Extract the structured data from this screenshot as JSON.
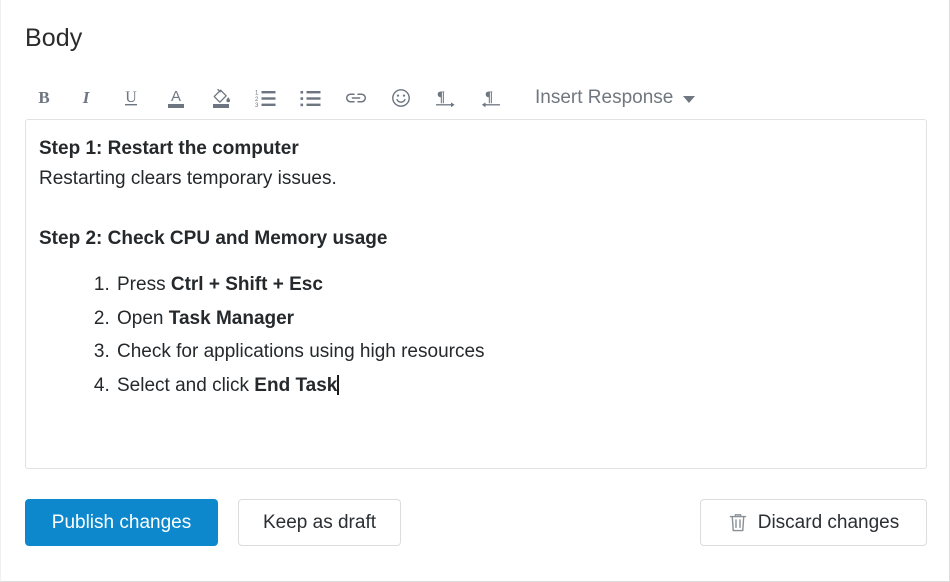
{
  "section": {
    "title": "Body"
  },
  "toolbar": {
    "buttons": [
      {
        "name": "bold-icon",
        "label": "B",
        "title": "Bold"
      },
      {
        "name": "italic-icon",
        "label": "I",
        "title": "Italic"
      },
      {
        "name": "underline-icon",
        "label": "U",
        "title": "Underline"
      },
      {
        "name": "text-color-icon",
        "label": "A",
        "title": "Text color"
      },
      {
        "name": "fill-color-icon",
        "label": "",
        "title": "Fill color"
      },
      {
        "name": "numbered-list-icon",
        "label": "",
        "title": "Numbered list"
      },
      {
        "name": "bulleted-list-icon",
        "label": "",
        "title": "Bulleted list"
      },
      {
        "name": "link-icon",
        "label": "",
        "title": "Insert link"
      },
      {
        "name": "emoji-icon",
        "label": "",
        "title": "Insert emoji"
      },
      {
        "name": "text-direction-ltr-icon",
        "label": "",
        "title": "Left to right"
      },
      {
        "name": "text-direction-rtl-icon",
        "label": "",
        "title": "Right to left"
      }
    ],
    "insert_response_label": "Insert Response"
  },
  "editor": {
    "blocks": [
      {
        "type": "heading",
        "text": "Step 1: Restart the computer"
      },
      {
        "type": "paragraph",
        "text": "Restarting clears temporary issues."
      },
      {
        "type": "blank",
        "text": ""
      },
      {
        "type": "heading",
        "text": "Step 2: Check CPU and Memory usage"
      }
    ],
    "ordered_list": [
      {
        "lead": "Press ",
        "strong": "Ctrl + Shift + Esc",
        "tail": ""
      },
      {
        "lead": "Open ",
        "strong": "Task Manager",
        "tail": ""
      },
      {
        "lead": "Check for applications using high resources",
        "strong": "",
        "tail": ""
      },
      {
        "lead": "Select and click ",
        "strong": "End Task",
        "tail": ""
      }
    ],
    "caret_visible": true
  },
  "footer": {
    "publish_label": "Publish changes",
    "draft_label": "Keep as draft",
    "discard_label": "Discard changes"
  },
  "colors": {
    "primary": "#0d88cc",
    "text": "#25292c",
    "muted": "#70777f",
    "border": "#dcdcdc",
    "editor_border": "#e2e2e2"
  }
}
